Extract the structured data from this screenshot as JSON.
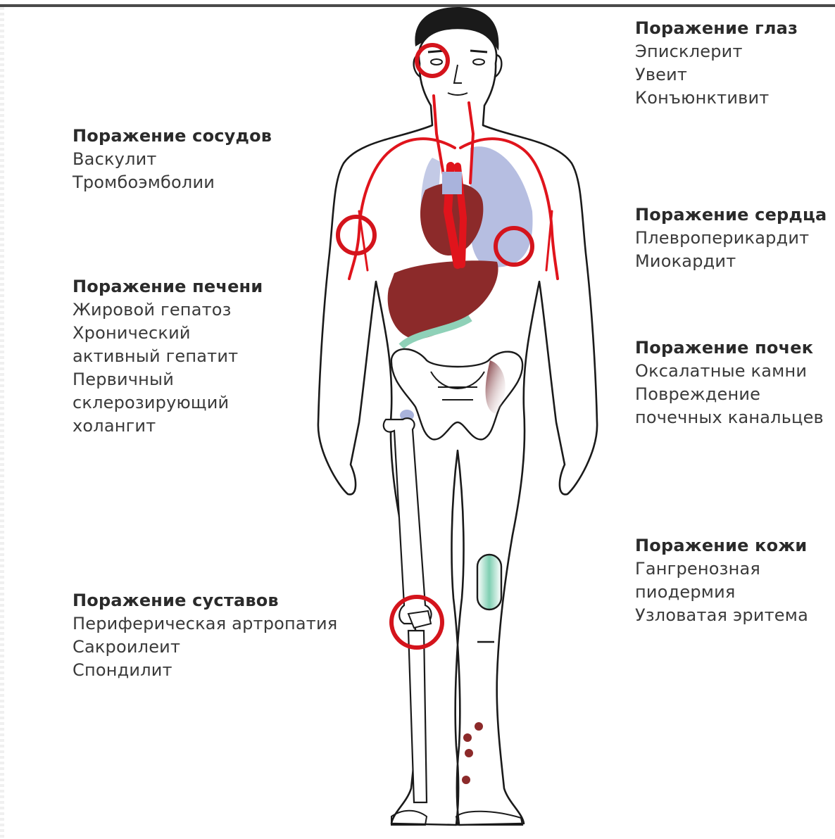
{
  "callouts": {
    "eyes": {
      "title": "Поражение глаз",
      "items": [
        "Эписклерит",
        "Увеит",
        "Конъюнктивит"
      ]
    },
    "vessels": {
      "title": "Поражение сосудов",
      "items": [
        "Васкулит",
        "Тромбоэмболии"
      ]
    },
    "heart": {
      "title": "Поражение сердца",
      "items": [
        "Плевроперикардит",
        "Миокардит"
      ]
    },
    "liver": {
      "title": "Поражение печени",
      "items": [
        "Жировой гепатоз",
        "Хронический",
        "активный гепатит",
        "Первичный",
        "склерозирующий",
        "холангит"
      ]
    },
    "kidney": {
      "title": "Поражение почек",
      "items": [
        "Оксалатные камни",
        "Повреждение",
        "почечных канальцев"
      ]
    },
    "skin": {
      "title": "Поражение кожи",
      "items": [
        "Гангренозная",
        "пиодермия",
        "Узловатая эритема"
      ]
    },
    "joints": {
      "title": "Поражение суставов",
      "items": [
        "Периферическая артропатия",
        "Сакроилеит",
        "Спондилит"
      ]
    }
  },
  "colors": {
    "outline": "#1a1a1a",
    "vessel_red": "#e0141c",
    "organ_dark": "#8c2a2a",
    "lung_blue": "#a9b3dc",
    "skin_teal": "#8fd1b8",
    "highlight_ring": "#d4141c"
  }
}
